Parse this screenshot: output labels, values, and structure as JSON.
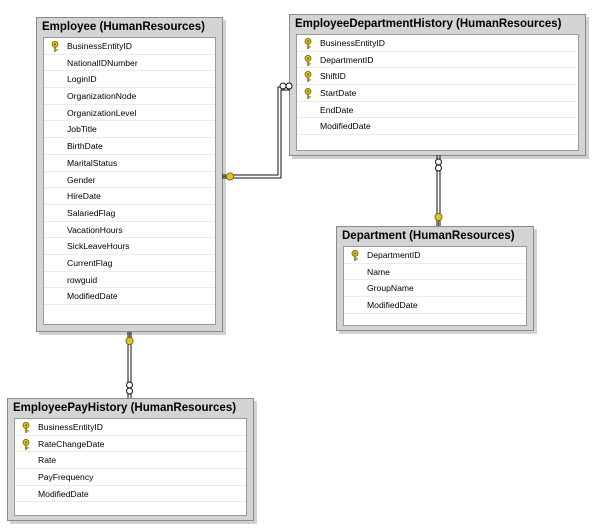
{
  "tables": {
    "employee": {
      "title": "Employee (HumanResources)",
      "columns": [
        {
          "name": "BusinessEntityID",
          "key": true
        },
        {
          "name": "NationalIDNumber",
          "key": false
        },
        {
          "name": "LoginID",
          "key": false
        },
        {
          "name": "OrganizationNode",
          "key": false
        },
        {
          "name": "OrganizationLevel",
          "key": false
        },
        {
          "name": "JobTitle",
          "key": false
        },
        {
          "name": "BirthDate",
          "key": false
        },
        {
          "name": "MaritalStatus",
          "key": false
        },
        {
          "name": "Gender",
          "key": false
        },
        {
          "name": "HireDate",
          "key": false
        },
        {
          "name": "SalariedFlag",
          "key": false
        },
        {
          "name": "VacationHours",
          "key": false
        },
        {
          "name": "SickLeaveHours",
          "key": false
        },
        {
          "name": "CurrentFlag",
          "key": false
        },
        {
          "name": "rowguid",
          "key": false
        },
        {
          "name": "ModifiedDate",
          "key": false
        }
      ]
    },
    "employee_department_history": {
      "title": "EmployeeDepartmentHistory (HumanResources)",
      "columns": [
        {
          "name": "BusinessEntityID",
          "key": true
        },
        {
          "name": "DepartmentID",
          "key": true
        },
        {
          "name": "ShiftID",
          "key": true
        },
        {
          "name": "StartDate",
          "key": true
        },
        {
          "name": "EndDate",
          "key": false
        },
        {
          "name": "ModifiedDate",
          "key": false
        }
      ]
    },
    "department": {
      "title": "Department (HumanResources)",
      "columns": [
        {
          "name": "DepartmentID",
          "key": true
        },
        {
          "name": "Name",
          "key": false
        },
        {
          "name": "GroupName",
          "key": false
        },
        {
          "name": "ModifiedDate",
          "key": false
        }
      ]
    },
    "employee_pay_history": {
      "title": "EmployeePayHistory (HumanResources)",
      "columns": [
        {
          "name": "BusinessEntityID",
          "key": true
        },
        {
          "name": "RateChangeDate",
          "key": true
        },
        {
          "name": "Rate",
          "key": false
        },
        {
          "name": "PayFrequency",
          "key": false
        },
        {
          "name": "ModifiedDate",
          "key": false
        }
      ]
    }
  },
  "relationships": [
    {
      "from": "employee",
      "to": "employee_department_history",
      "one_end": "employee",
      "many_end": "employee_department_history"
    },
    {
      "from": "department",
      "to": "employee_department_history",
      "one_end": "department",
      "many_end": "employee_department_history"
    },
    {
      "from": "employee",
      "to": "employee_pay_history",
      "one_end": "employee",
      "many_end": "employee_pay_history"
    }
  ],
  "colors": {
    "key_icon": "#e2c22a",
    "key_icon_outline": "#6b5a00",
    "table_frame": "#d4d4d4",
    "connector": "#111111"
  }
}
